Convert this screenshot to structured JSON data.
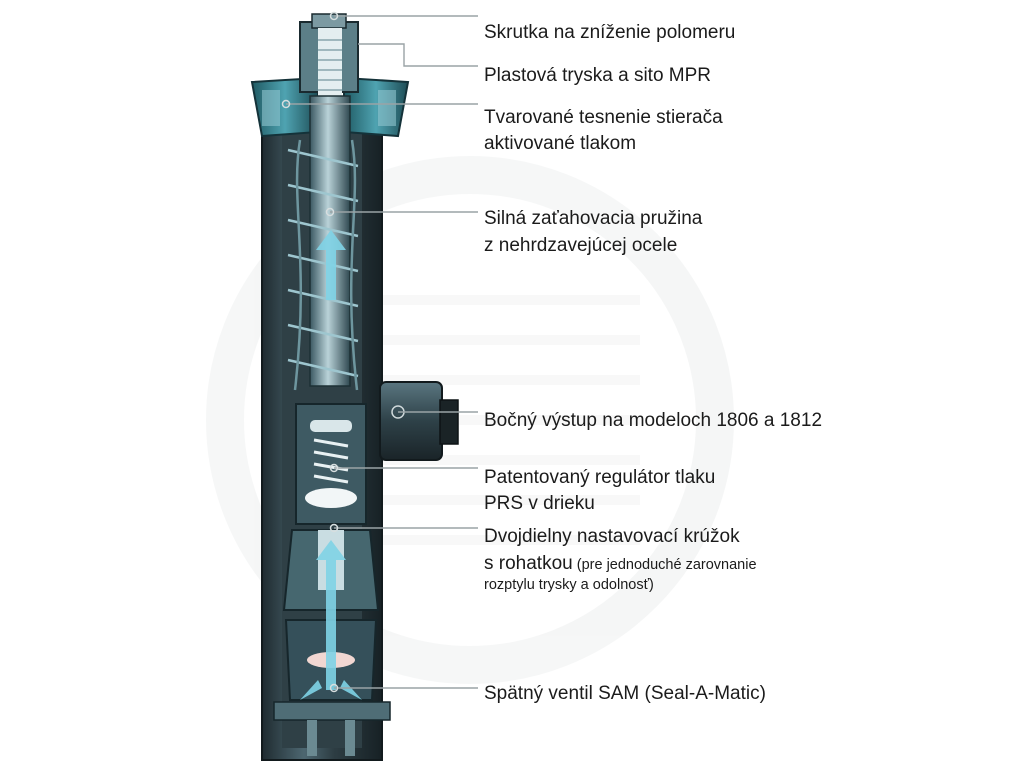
{
  "labels": {
    "l1": "Skrutka na zníženie polomeru",
    "l2": "Plastová tryska a sito MPR",
    "l3a": "Tvarované tesnenie stierača",
    "l3b": "aktivované tlakom",
    "l4a": "Silná zaťahovacia pružina",
    "l4b": "z nehrdzavejúcej ocele",
    "l5": "Bočný výstup na modeloch 1806 a 1812",
    "l6a": "Patentovaný regulátor tlaku",
    "l6b": "PRS v drieku",
    "l7a": "Dvojdielny nastavovací krúžok",
    "l7b": "s rohatkou",
    "l7c": " (pre jednoduché zarovnanie",
    "l7d": "rozptylu trysky a odolnosť)",
    "l8": "Spätný ventil SAM (Seal-A-Matic)"
  },
  "colors": {
    "body_dark": "#2b3a40",
    "body_mid": "#4a6670",
    "teal": "#3f8f9e",
    "light": "#dfe9ec",
    "flow": "#7fd3e6",
    "leader": "#9aa3a6",
    "watermark": "#f1f2f2"
  }
}
